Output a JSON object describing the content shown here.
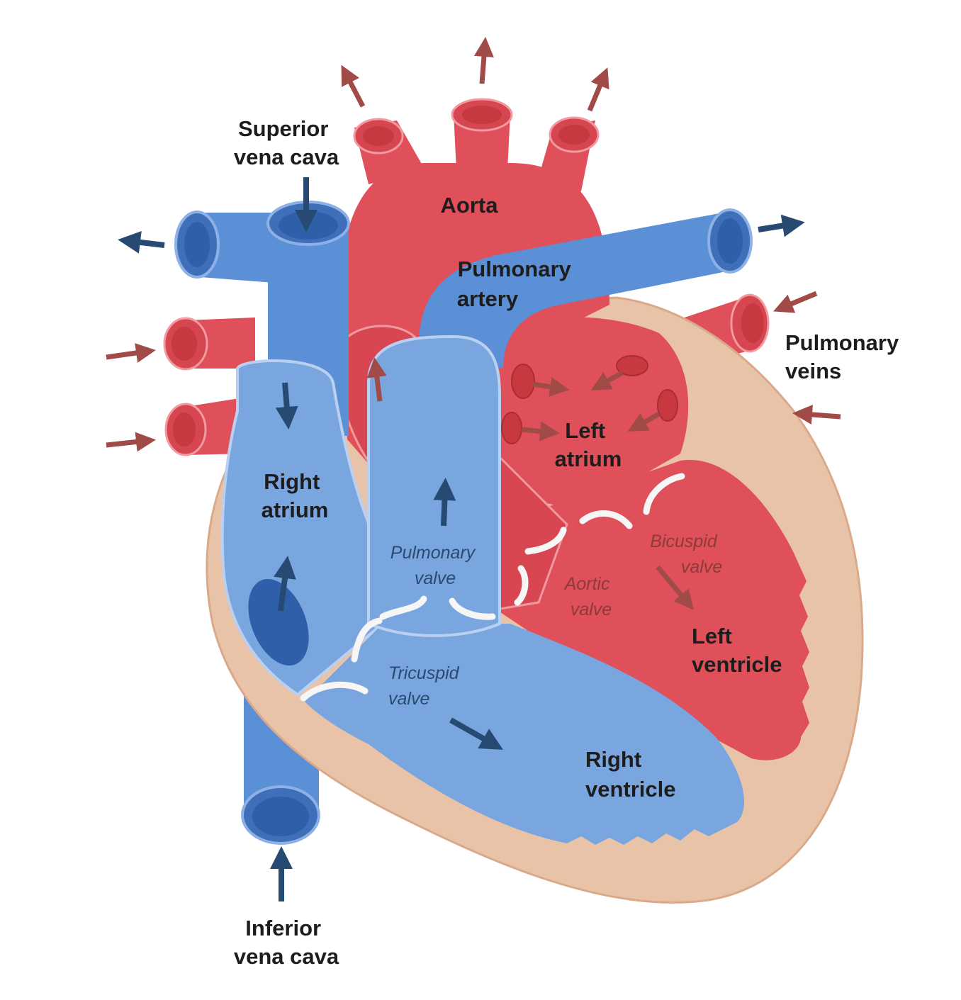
{
  "labels": {
    "superior_vena_cava": [
      "Superior",
      "vena cava"
    ],
    "inferior_vena_cava": [
      "Inferior",
      "vena cava"
    ],
    "aorta": [
      "Aorta"
    ],
    "pulmonary_artery": [
      "Pulmonary",
      "artery"
    ],
    "pulmonary_veins": [
      "Pulmonary",
      "veins"
    ],
    "right_atrium": [
      "Right",
      "atrium"
    ],
    "left_atrium": [
      "Left",
      "atrium"
    ],
    "right_ventricle": [
      "Right",
      "ventricle"
    ],
    "left_ventricle": [
      "Left",
      "ventricle"
    ],
    "pulmonary_valve": [
      "Pulmonary",
      "valve"
    ],
    "tricuspid_valve": [
      "Tricuspid",
      "valve"
    ],
    "aortic_valve": [
      "Aortic",
      "valve"
    ],
    "bicuspid_valve": [
      "Bicuspid",
      "valve"
    ]
  },
  "colors": {
    "oxygenated": "#e0505a",
    "oxygenated_dark": "#c8383f",
    "deoxygenated": "#5b8fd6",
    "deoxygenated_dark": "#2f5fa8",
    "wall": "#e8c3a8",
    "arrow_blue": "#264a72",
    "arrow_red": "#a04b48",
    "valve": "#f6f6f6"
  }
}
